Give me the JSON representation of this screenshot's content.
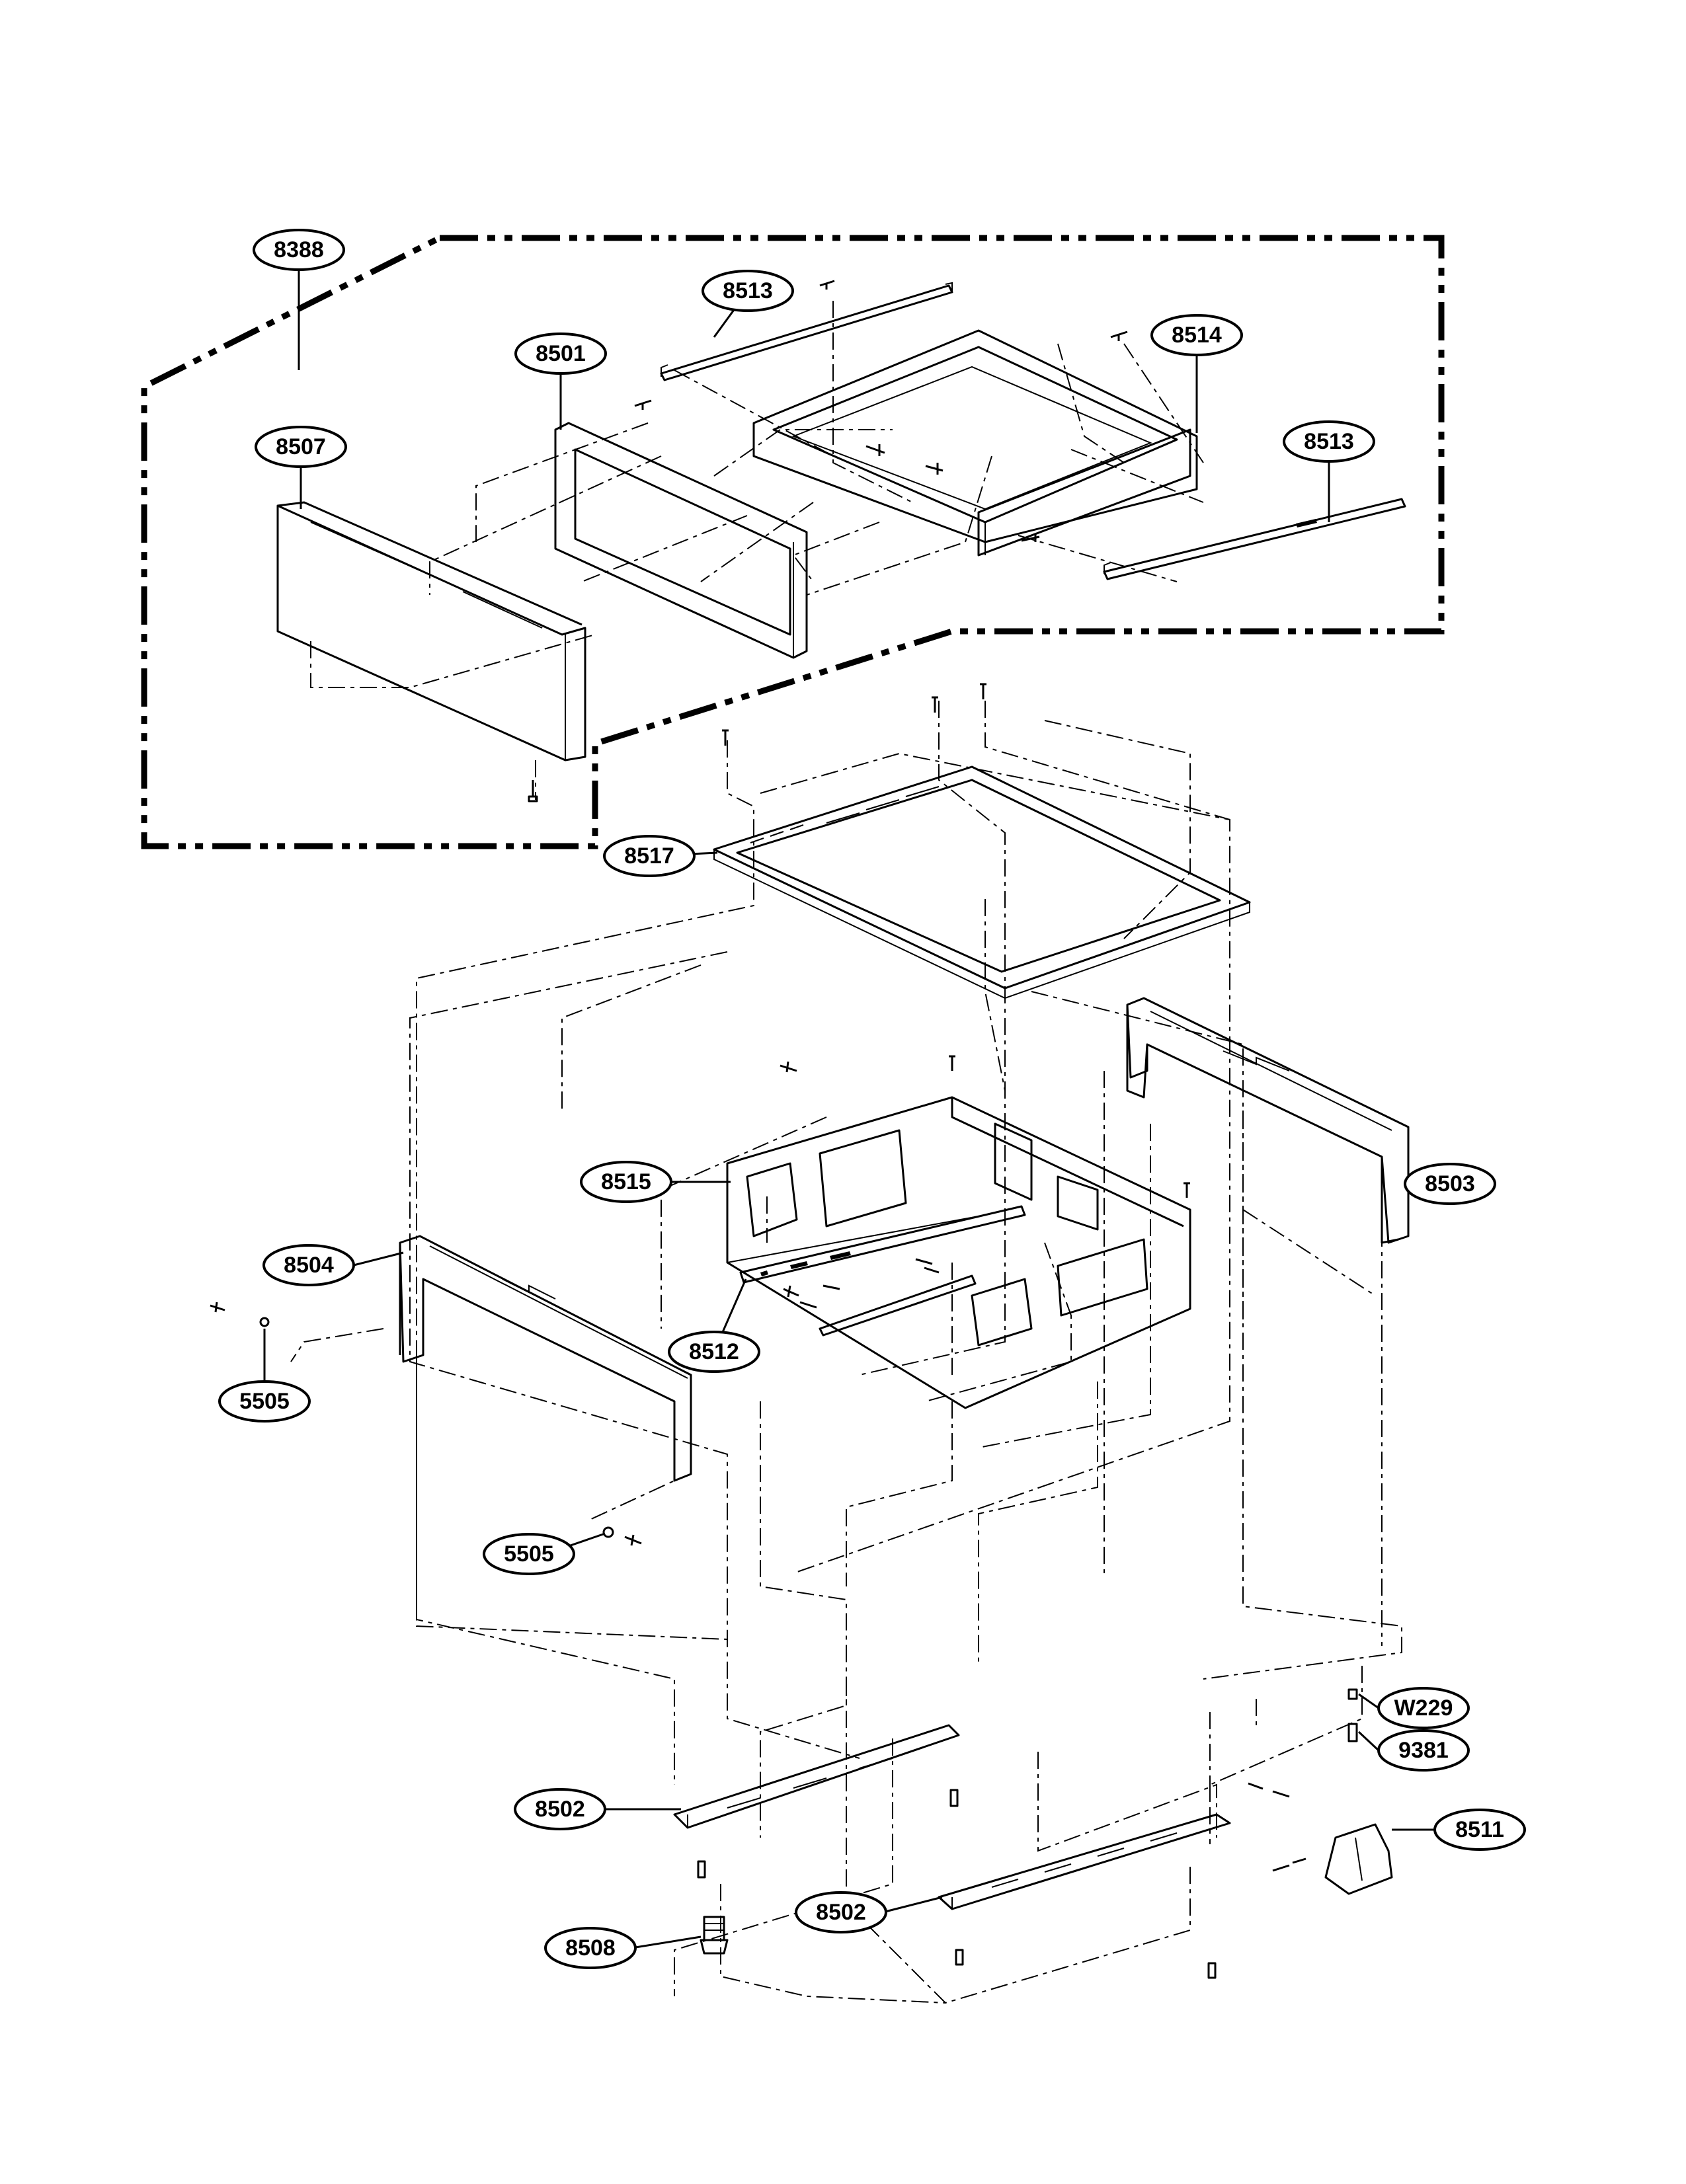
{
  "callouts": [
    {
      "id": "8388",
      "label": "8388"
    },
    {
      "id": "8513a",
      "label": "8513"
    },
    {
      "id": "8501",
      "label": "8501"
    },
    {
      "id": "8514",
      "label": "8514"
    },
    {
      "id": "8507",
      "label": "8507"
    },
    {
      "id": "8513b",
      "label": "8513"
    },
    {
      "id": "8517",
      "label": "8517"
    },
    {
      "id": "8515",
      "label": "8515"
    },
    {
      "id": "8503",
      "label": "8503"
    },
    {
      "id": "8504",
      "label": "8504"
    },
    {
      "id": "8512",
      "label": "8512"
    },
    {
      "id": "5505a",
      "label": "5505"
    },
    {
      "id": "5505b",
      "label": "5505"
    },
    {
      "id": "w229",
      "label": "W229"
    },
    {
      "id": "9381",
      "label": "9381"
    },
    {
      "id": "8502a",
      "label": "8502"
    },
    {
      "id": "8511",
      "label": "8511"
    },
    {
      "id": "8502b",
      "label": "8502"
    },
    {
      "id": "8508",
      "label": "8508"
    }
  ]
}
